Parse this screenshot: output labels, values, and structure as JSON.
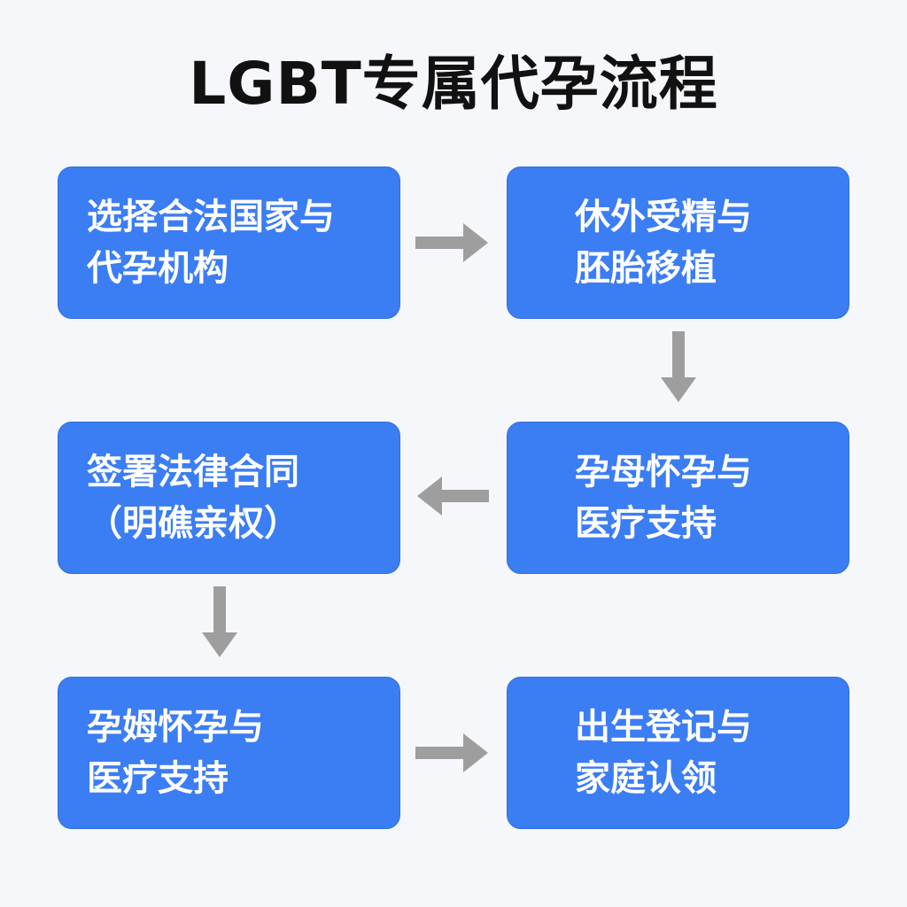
{
  "title": "LGBT专属代孕流程",
  "arrow_color": "#9e9e9e",
  "box_color": "#3b7df3",
  "steps": [
    {
      "line1": "选择合法国家与",
      "line2": "代孕机构"
    },
    {
      "line1": "休外受精与",
      "line2": "胚胎移植"
    },
    {
      "line1": "孕母怀孕与",
      "line2": "医疗支持"
    },
    {
      "line1": "签署法律合同",
      "line2": "（明礁亲权）"
    },
    {
      "line1": "孕姆怀孕与",
      "line2": "医疗支持"
    },
    {
      "line1": "出生登记与",
      "line2": "家庭认领"
    }
  ]
}
